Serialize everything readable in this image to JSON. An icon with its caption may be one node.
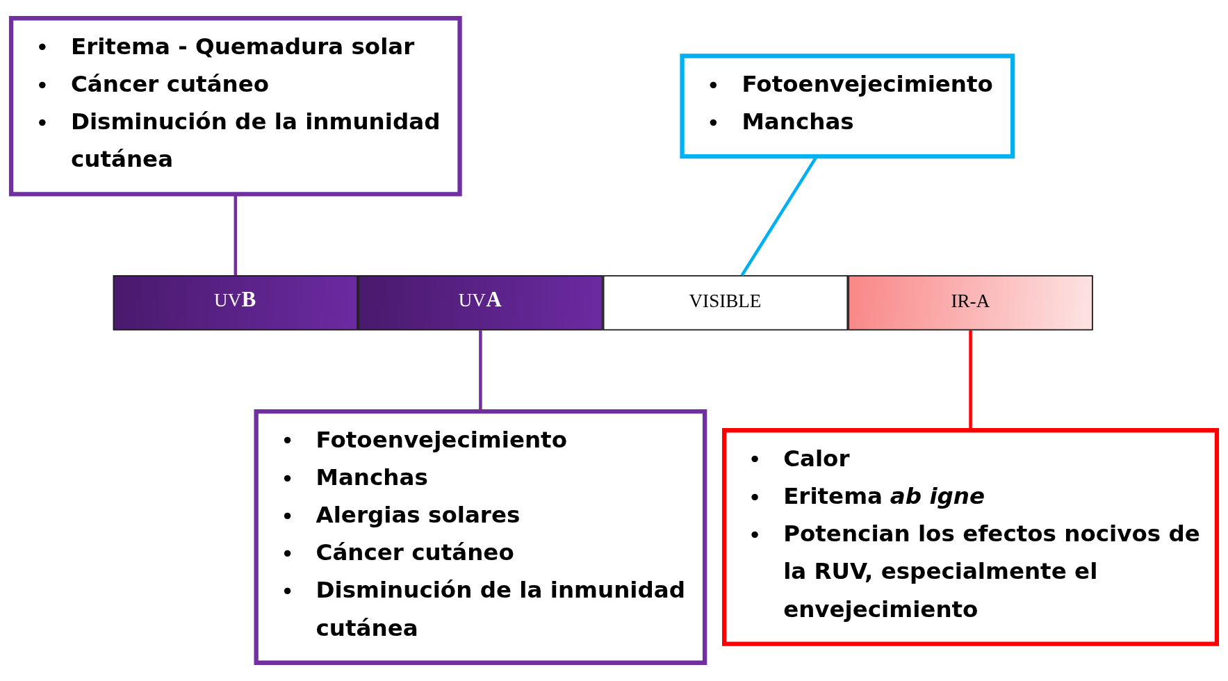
{
  "diagram": {
    "nodes": [
      {
        "text": [
          "• Eritema - Quemadura solar",
          "• Cáncer cutáneo",
          "• Disminución de la inmunidad cutánea"
        ]
      },
      {
        "text": [
          "• Fotoenvejecimiento",
          "• Manchas"
        ]
      },
      {
        "text": [
          "UV**B**"
        ]
      },
      {
        "text": [
          "UV**A**"
        ]
      },
      {
        "text": [
          "VISIBLE"
        ]
      },
      {
        "text": [
          "IR-A"
        ]
      },
      {
        "text": [
          "• Fotoenvejecimiento",
          "• Manchas",
          "• Alergias solares",
          "• Cáncer cutáneo",
          "• Disminución de la inmunidad cutánea"
        ]
      },
      {
        "text": [
          "• Calor",
          "• Eritema *ab igne*",
          "• Potencian los efectos nocivos de la RUV, especialmente el envejecimiento"
        ]
      }
    ],
    "edges": [
      {
        "from": 0,
        "to": 2,
        "arrow": "none",
        "color": "#7030a0"
      },
      {
        "from": 1,
        "to": 4,
        "arrow": "none",
        "color": "#00b0f0"
      },
      {
        "from": 6,
        "to": 3,
        "arrow": "none",
        "color": "#7030a0"
      },
      {
        "from": 7,
        "to": 5,
        "arrow": "none",
        "color": "#ff0000"
      }
    ]
  }
}
